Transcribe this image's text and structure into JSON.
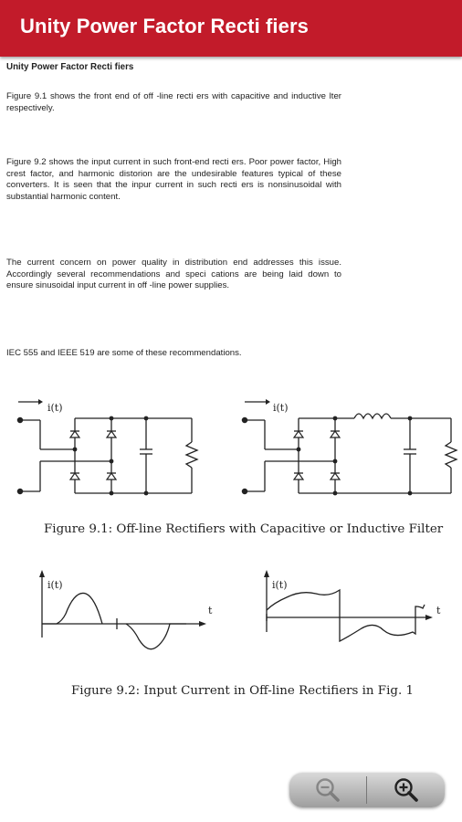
{
  "header": {
    "title": "Unity Power Factor Recti fiers"
  },
  "content": {
    "heading": "Unity Power Factor Recti fiers",
    "paragraphs": [
      "Figure 9.1 shows the front end of off -line recti ers with capacitive and inductive  lter respectively.",
      "Figure 9.2 shows the input current in such front-end recti ers. Poor power factor, High crest factor, and harmonic distorion are the undesirable features typical of these converters. It is seen that the inpur current in such recti ers is nonsinusoidal with substantial harmonic content.",
      "The current concern on power quality in distribution end addresses this issue. Accordingly several recommendations and speci cations are being laid down to ensure sinusoidal input current in off -line power supplies.",
      "IEC 555 and IEEE 519 are some of these recommendations."
    ]
  },
  "figure1": {
    "label_left": "i(t)",
    "label_right": "i(t)",
    "caption": "Figure 9.1: Off-line Rectifiers with Capacitive or Inductive Filter"
  },
  "figure2": {
    "label_left": "i(t)",
    "label_right": "i(t)",
    "axis_left": "t",
    "axis_right": "t",
    "caption": "Figure 9.2: Input Current in Off-line Rectifiers in Fig. 1"
  },
  "zoom": {
    "out_icon": "zoom-out-icon",
    "in_icon": "zoom-in-icon"
  },
  "colors": {
    "header": "#c21b2a",
    "header_text": "#ffffff"
  }
}
